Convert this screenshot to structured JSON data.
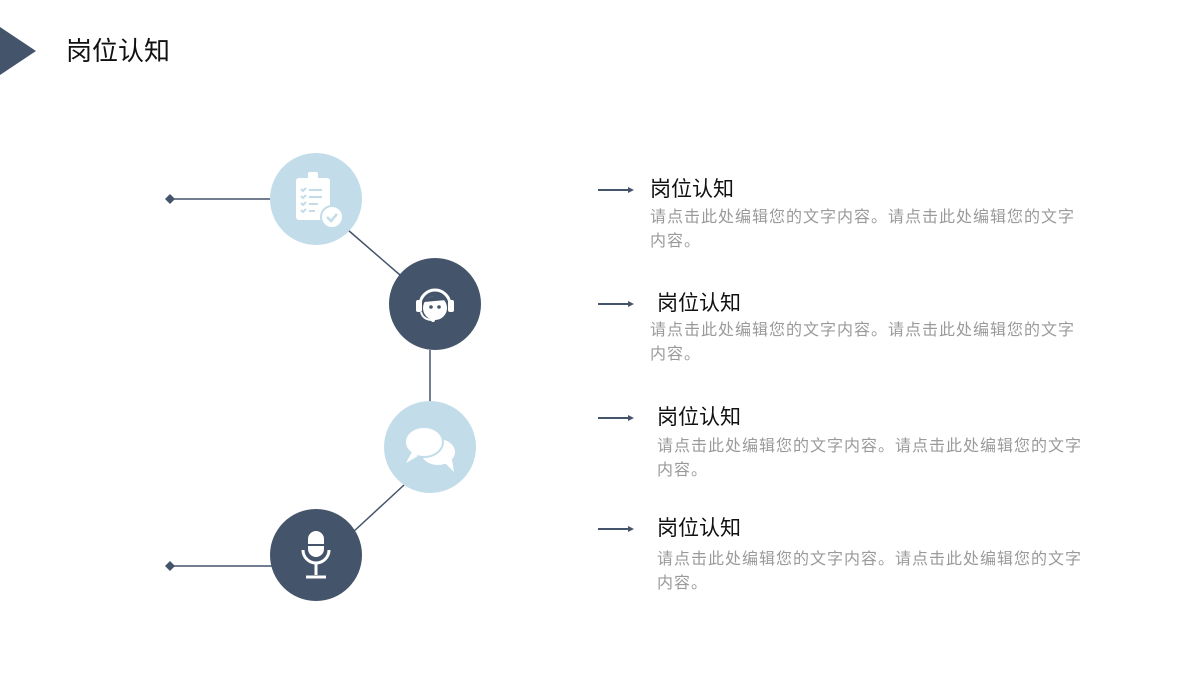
{
  "page": {
    "title": "岗位认知"
  },
  "colors": {
    "dark": "#44546a",
    "light": "#c2dde9",
    "line": "#44546a",
    "desc": "#9a9a9a"
  },
  "nodes": [
    {
      "icon": "clipboard-check-icon",
      "style": "light"
    },
    {
      "icon": "headset-agent-icon",
      "style": "dark"
    },
    {
      "icon": "chat-bubbles-icon",
      "style": "light"
    },
    {
      "icon": "microphone-icon",
      "style": "dark"
    }
  ],
  "items": [
    {
      "title": "岗位认知",
      "desc": "请点击此处编辑您的文字内容。请点击此处编辑您的文字内容。"
    },
    {
      "title": "岗位认知",
      "desc": "请点击此处编辑您的文字内容。请点击此处编辑您的文字内容。"
    },
    {
      "title": "岗位认知",
      "desc": "请点击此处编辑您的文字内容。请点击此处编辑您的文字内容。"
    },
    {
      "title": "岗位认知",
      "desc": "请点击此处编辑您的文字内容。请点击此处编辑您的文字内容。"
    }
  ]
}
